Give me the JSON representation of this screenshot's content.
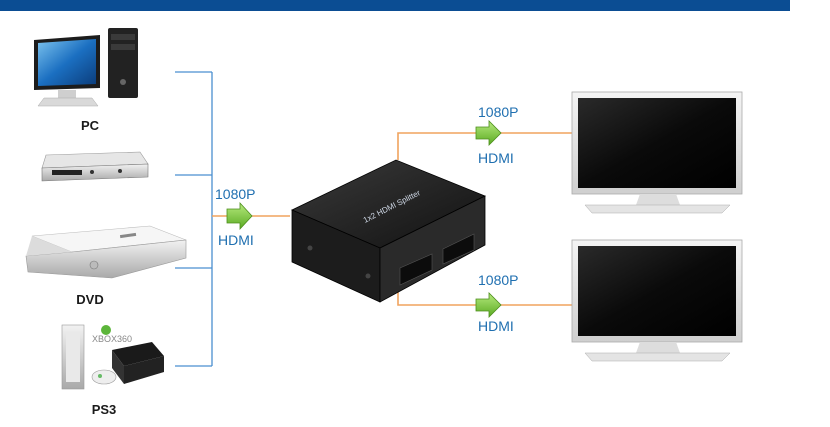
{
  "header": {
    "color": "#0b4d93"
  },
  "sources": [
    {
      "id": "pc",
      "label": "PC"
    },
    {
      "id": "set-top-box",
      "label": ""
    },
    {
      "id": "dvd",
      "label": "DVD"
    },
    {
      "id": "ps3",
      "label": "PS3"
    }
  ],
  "input_link": {
    "resolution": "1080P",
    "interface": "HDMI"
  },
  "splitter": {
    "device_text": "1x2 HDMI Splitter"
  },
  "outputs": [
    {
      "id": "tv-top",
      "resolution": "1080P",
      "interface": "HDMI"
    },
    {
      "id": "tv-bottom",
      "resolution": "1080P",
      "interface": "HDMI"
    }
  ],
  "console_logo": "XBOX360",
  "colors": {
    "source_lines": "#4a8fd0",
    "output_lines": "#f0a35e",
    "arrow": "#7cc93c",
    "text_blue": "#1f6fb0"
  }
}
